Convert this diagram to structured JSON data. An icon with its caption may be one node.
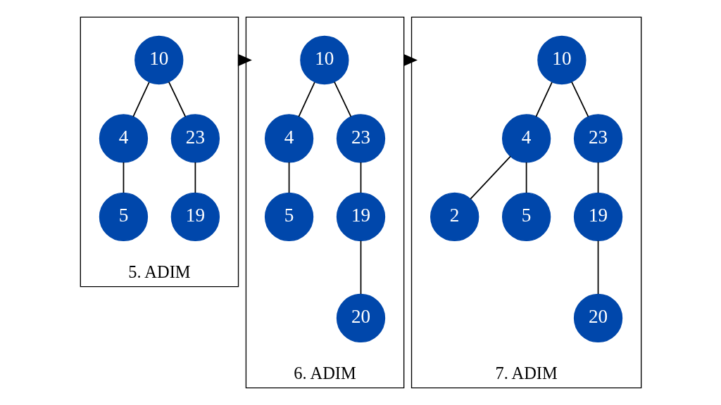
{
  "diagram": {
    "nodes": [
      {
        "text": [
          "5. ADIM"
        ]
      },
      {
        "text": [
          "10"
        ],
        "in": 0
      },
      {
        "text": [
          "4"
        ],
        "in": 0
      },
      {
        "text": [
          "23"
        ],
        "in": 0
      },
      {
        "text": [
          "5"
        ],
        "in": 0
      },
      {
        "text": [
          "19"
        ],
        "in": 0
      },
      {
        "text": [
          "6. ADIM"
        ]
      },
      {
        "text": [
          "10"
        ],
        "in": 6
      },
      {
        "text": [
          "4"
        ],
        "in": 6
      },
      {
        "text": [
          "23"
        ],
        "in": 6
      },
      {
        "text": [
          "5"
        ],
        "in": 6
      },
      {
        "text": [
          "19"
        ],
        "in": 6
      },
      {
        "text": [
          "20"
        ],
        "in": 6
      },
      {
        "text": [
          "7. ADIM"
        ]
      },
      {
        "text": [
          "10"
        ],
        "in": 13
      },
      {
        "text": [
          "4"
        ],
        "in": 13
      },
      {
        "text": [
          "23"
        ],
        "in": 13
      },
      {
        "text": [
          "2"
        ],
        "in": 13
      },
      {
        "text": [
          "5"
        ],
        "in": 13
      },
      {
        "text": [
          "19"
        ],
        "in": 13
      },
      {
        "text": [
          "20"
        ],
        "in": 13
      }
    ],
    "edges": [
      {
        "from": 1,
        "to": 2,
        "arrow": "none"
      },
      {
        "from": 1,
        "to": 3,
        "arrow": "none"
      },
      {
        "from": 2,
        "to": 4,
        "arrow": "none"
      },
      {
        "from": 3,
        "to": 5,
        "arrow": "none"
      },
      {
        "from": 0,
        "to": 6,
        "arrow": "to",
        "style": "thick"
      },
      {
        "from": 7,
        "to": 8,
        "arrow": "none"
      },
      {
        "from": 7,
        "to": 9,
        "arrow": "none"
      },
      {
        "from": 8,
        "to": 10,
        "arrow": "none"
      },
      {
        "from": 9,
        "to": 11,
        "arrow": "none"
      },
      {
        "from": 11,
        "to": 12,
        "arrow": "none"
      },
      {
        "from": 6,
        "to": 13,
        "arrow": "to",
        "style": "thick"
      },
      {
        "from": 14,
        "to": 15,
        "arrow": "none"
      },
      {
        "from": 14,
        "to": 16,
        "arrow": "none"
      },
      {
        "from": 15,
        "to": 17,
        "arrow": "none"
      },
      {
        "from": 15,
        "to": 18,
        "arrow": "none"
      },
      {
        "from": 16,
        "to": 19,
        "arrow": "none"
      },
      {
        "from": 19,
        "to": 20,
        "arrow": "none"
      }
    ]
  }
}
